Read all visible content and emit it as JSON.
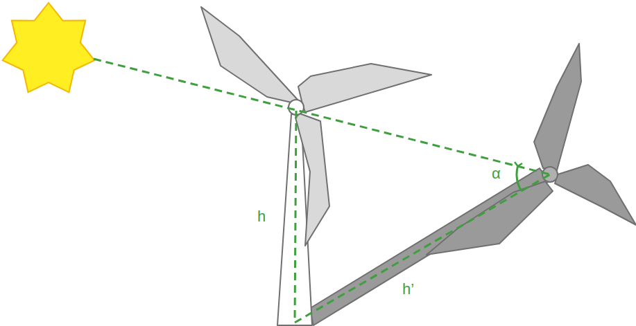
{
  "diagram": {
    "labels": [
      "h",
      "h’",
      "α"
    ]
  }
}
